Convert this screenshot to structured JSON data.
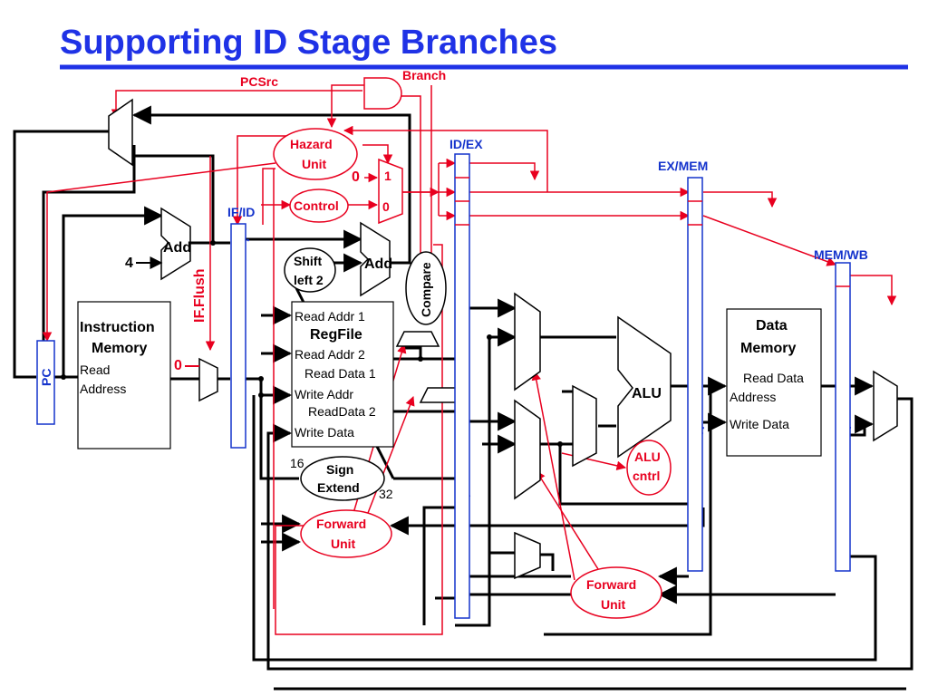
{
  "title": "Supporting ID Stage Branches",
  "colors": {
    "title": "#1f32e6",
    "control": "#e8001f",
    "pipeline_register": "#1433cc",
    "datapath": "#000000"
  },
  "pipeline_registers": {
    "if_id": "IF/ID",
    "id_ex": "ID/EX",
    "ex_mem": "EX/MEM",
    "mem_wb": "MEM/WB"
  },
  "signals": {
    "pcsrc": "PCSrc",
    "branch": "Branch",
    "if_flush": "IF.Flush"
  },
  "units": {
    "hazard": [
      "Hazard",
      "Unit"
    ],
    "control": "Control",
    "shift": [
      "Shift",
      "left 2"
    ],
    "compare": "Compare",
    "sign_extend": [
      "Sign",
      "Extend"
    ],
    "forward_id": [
      "Forward",
      "Unit"
    ],
    "forward_ex": [
      "Forward",
      "Unit"
    ],
    "alu_control": [
      "ALU",
      "cntrl"
    ],
    "alu": "ALU",
    "adder": "Add",
    "pc": "PC"
  },
  "instruction_memory": {
    "title": [
      "Instruction",
      "Memory"
    ],
    "ports": [
      "Read",
      "Address"
    ]
  },
  "regfile": {
    "title": "RegFile",
    "ports": [
      "Read Addr 1",
      "Read Addr 2",
      "Read Data 1",
      "Write Addr",
      "ReadData 2",
      "Write Data"
    ]
  },
  "data_memory": {
    "title": [
      "Data",
      "Memory"
    ],
    "ports": [
      "Read Data",
      "Address",
      "Write Data"
    ]
  },
  "constants": {
    "four": "4",
    "zero_flush": "0",
    "zero_mux": "0",
    "one_mux": "1",
    "zero_mux_in": "0"
  },
  "bit_widths": {
    "in": "16",
    "out": "32"
  }
}
